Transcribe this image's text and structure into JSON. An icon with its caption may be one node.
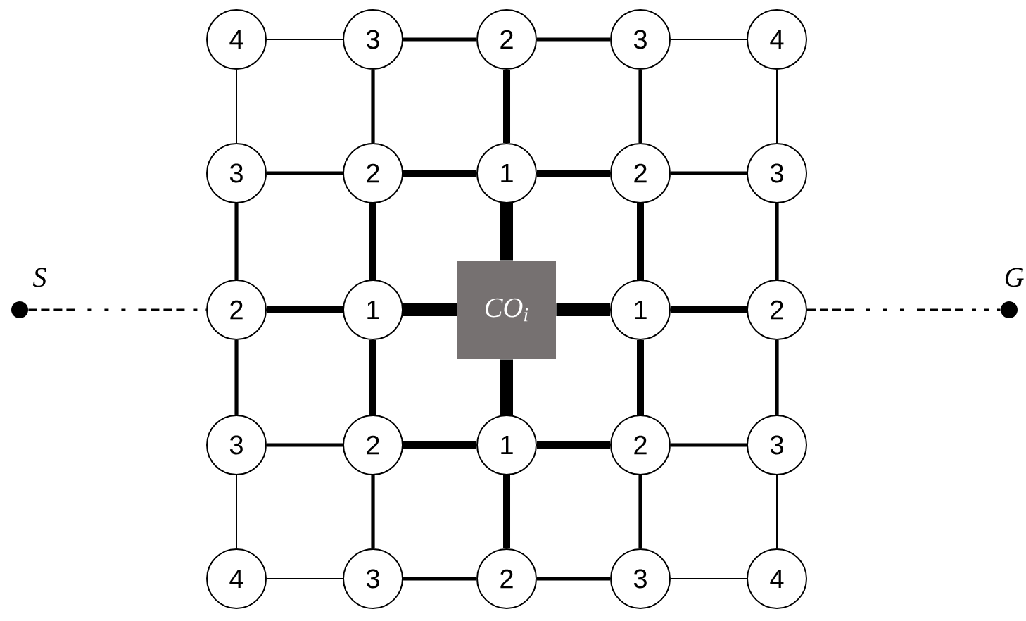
{
  "diagram": {
    "nodes": [
      {
        "text": [
          "4"
        ]
      },
      {
        "text": [
          "3"
        ]
      },
      {
        "text": [
          "2"
        ]
      },
      {
        "text": [
          "3"
        ]
      },
      {
        "text": [
          "4"
        ]
      },
      {
        "text": [
          "3"
        ]
      },
      {
        "text": [
          "2"
        ]
      },
      {
        "text": [
          "1"
        ]
      },
      {
        "text": [
          "2"
        ]
      },
      {
        "text": [
          "3"
        ]
      },
      {
        "text": [
          "2"
        ]
      },
      {
        "text": [
          "1"
        ]
      },
      {
        "text": [
          "CO$_{i}$"
        ]
      },
      {
        "text": [
          "1"
        ]
      },
      {
        "text": [
          "2"
        ]
      },
      {
        "text": [
          "3"
        ]
      },
      {
        "text": [
          "2"
        ]
      },
      {
        "text": [
          "1"
        ]
      },
      {
        "text": [
          "2"
        ]
      },
      {
        "text": [
          "3"
        ]
      },
      {
        "text": [
          "4"
        ]
      },
      {
        "text": [
          "3"
        ]
      },
      {
        "text": [
          "2"
        ]
      },
      {
        "text": [
          "3"
        ]
      },
      {
        "text": [
          "4"
        ]
      },
      {
        "text": [],
        "shape": "circle",
        "beside": [
          "S"
        ]
      },
      {
        "text": [],
        "shape": "circle",
        "beside": [
          "G"
        ]
      }
    ],
    "edges": [
      {
        "from": 0,
        "to": 1,
        "arrow": "none"
      },
      {
        "from": 1,
        "to": 2,
        "arrow": "none"
      },
      {
        "from": 2,
        "to": 3,
        "arrow": "none"
      },
      {
        "from": 3,
        "to": 4,
        "arrow": "none"
      },
      {
        "from": 5,
        "to": 6,
        "arrow": "none"
      },
      {
        "from": 6,
        "to": 7,
        "arrow": "none",
        "style": "thick"
      },
      {
        "from": 7,
        "to": 8,
        "arrow": "none",
        "style": "thick"
      },
      {
        "from": 8,
        "to": 9,
        "arrow": "none"
      },
      {
        "from": 10,
        "to": 11,
        "arrow": "none",
        "style": "thick"
      },
      {
        "from": 11,
        "to": 12,
        "arrow": "none",
        "style": "thick"
      },
      {
        "from": 12,
        "to": 13,
        "arrow": "none",
        "style": "thick"
      },
      {
        "from": 13,
        "to": 14,
        "arrow": "none",
        "style": "thick"
      },
      {
        "from": 15,
        "to": 16,
        "arrow": "none"
      },
      {
        "from": 16,
        "to": 17,
        "arrow": "none",
        "style": "thick"
      },
      {
        "from": 17,
        "to": 18,
        "arrow": "none",
        "style": "thick"
      },
      {
        "from": 18,
        "to": 19,
        "arrow": "none"
      },
      {
        "from": 20,
        "to": 21,
        "arrow": "none"
      },
      {
        "from": 21,
        "to": 22,
        "arrow": "none"
      },
      {
        "from": 22,
        "to": 23,
        "arrow": "none"
      },
      {
        "from": 23,
        "to": 24,
        "arrow": "none"
      },
      {
        "from": 0,
        "to": 5,
        "arrow": "none"
      },
      {
        "from": 5,
        "to": 10,
        "arrow": "none"
      },
      {
        "from": 10,
        "to": 15,
        "arrow": "none"
      },
      {
        "from": 15,
        "to": 20,
        "arrow": "none"
      },
      {
        "from": 1,
        "to": 6,
        "arrow": "none"
      },
      {
        "from": 6,
        "to": 11,
        "arrow": "none",
        "style": "thick"
      },
      {
        "from": 11,
        "to": 16,
        "arrow": "none",
        "style": "thick"
      },
      {
        "from": 16,
        "to": 21,
        "arrow": "none"
      },
      {
        "from": 2,
        "to": 7,
        "arrow": "none",
        "style": "thick"
      },
      {
        "from": 7,
        "to": 12,
        "arrow": "none",
        "style": "thick"
      },
      {
        "from": 12,
        "to": 17,
        "arrow": "none",
        "style": "thick"
      },
      {
        "from": 17,
        "to": 22,
        "arrow": "none",
        "style": "thick"
      },
      {
        "from": 3,
        "to": 8,
        "arrow": "none"
      },
      {
        "from": 8,
        "to": 13,
        "arrow": "none",
        "style": "thick"
      },
      {
        "from": 13,
        "to": 18,
        "arrow": "none",
        "style": "thick"
      },
      {
        "from": 18,
        "to": 23,
        "arrow": "none"
      },
      {
        "from": 4,
        "to": 9,
        "arrow": "none"
      },
      {
        "from": 9,
        "to": 14,
        "arrow": "none"
      },
      {
        "from": 14,
        "to": 19,
        "arrow": "none"
      },
      {
        "from": 19,
        "to": 24,
        "arrow": "none"
      },
      {
        "from": 25,
        "to": 10,
        "arrow": "none",
        "style": "dashed"
      },
      {
        "from": 14,
        "to": 26,
        "arrow": "none",
        "style": "dashed"
      }
    ]
  }
}
